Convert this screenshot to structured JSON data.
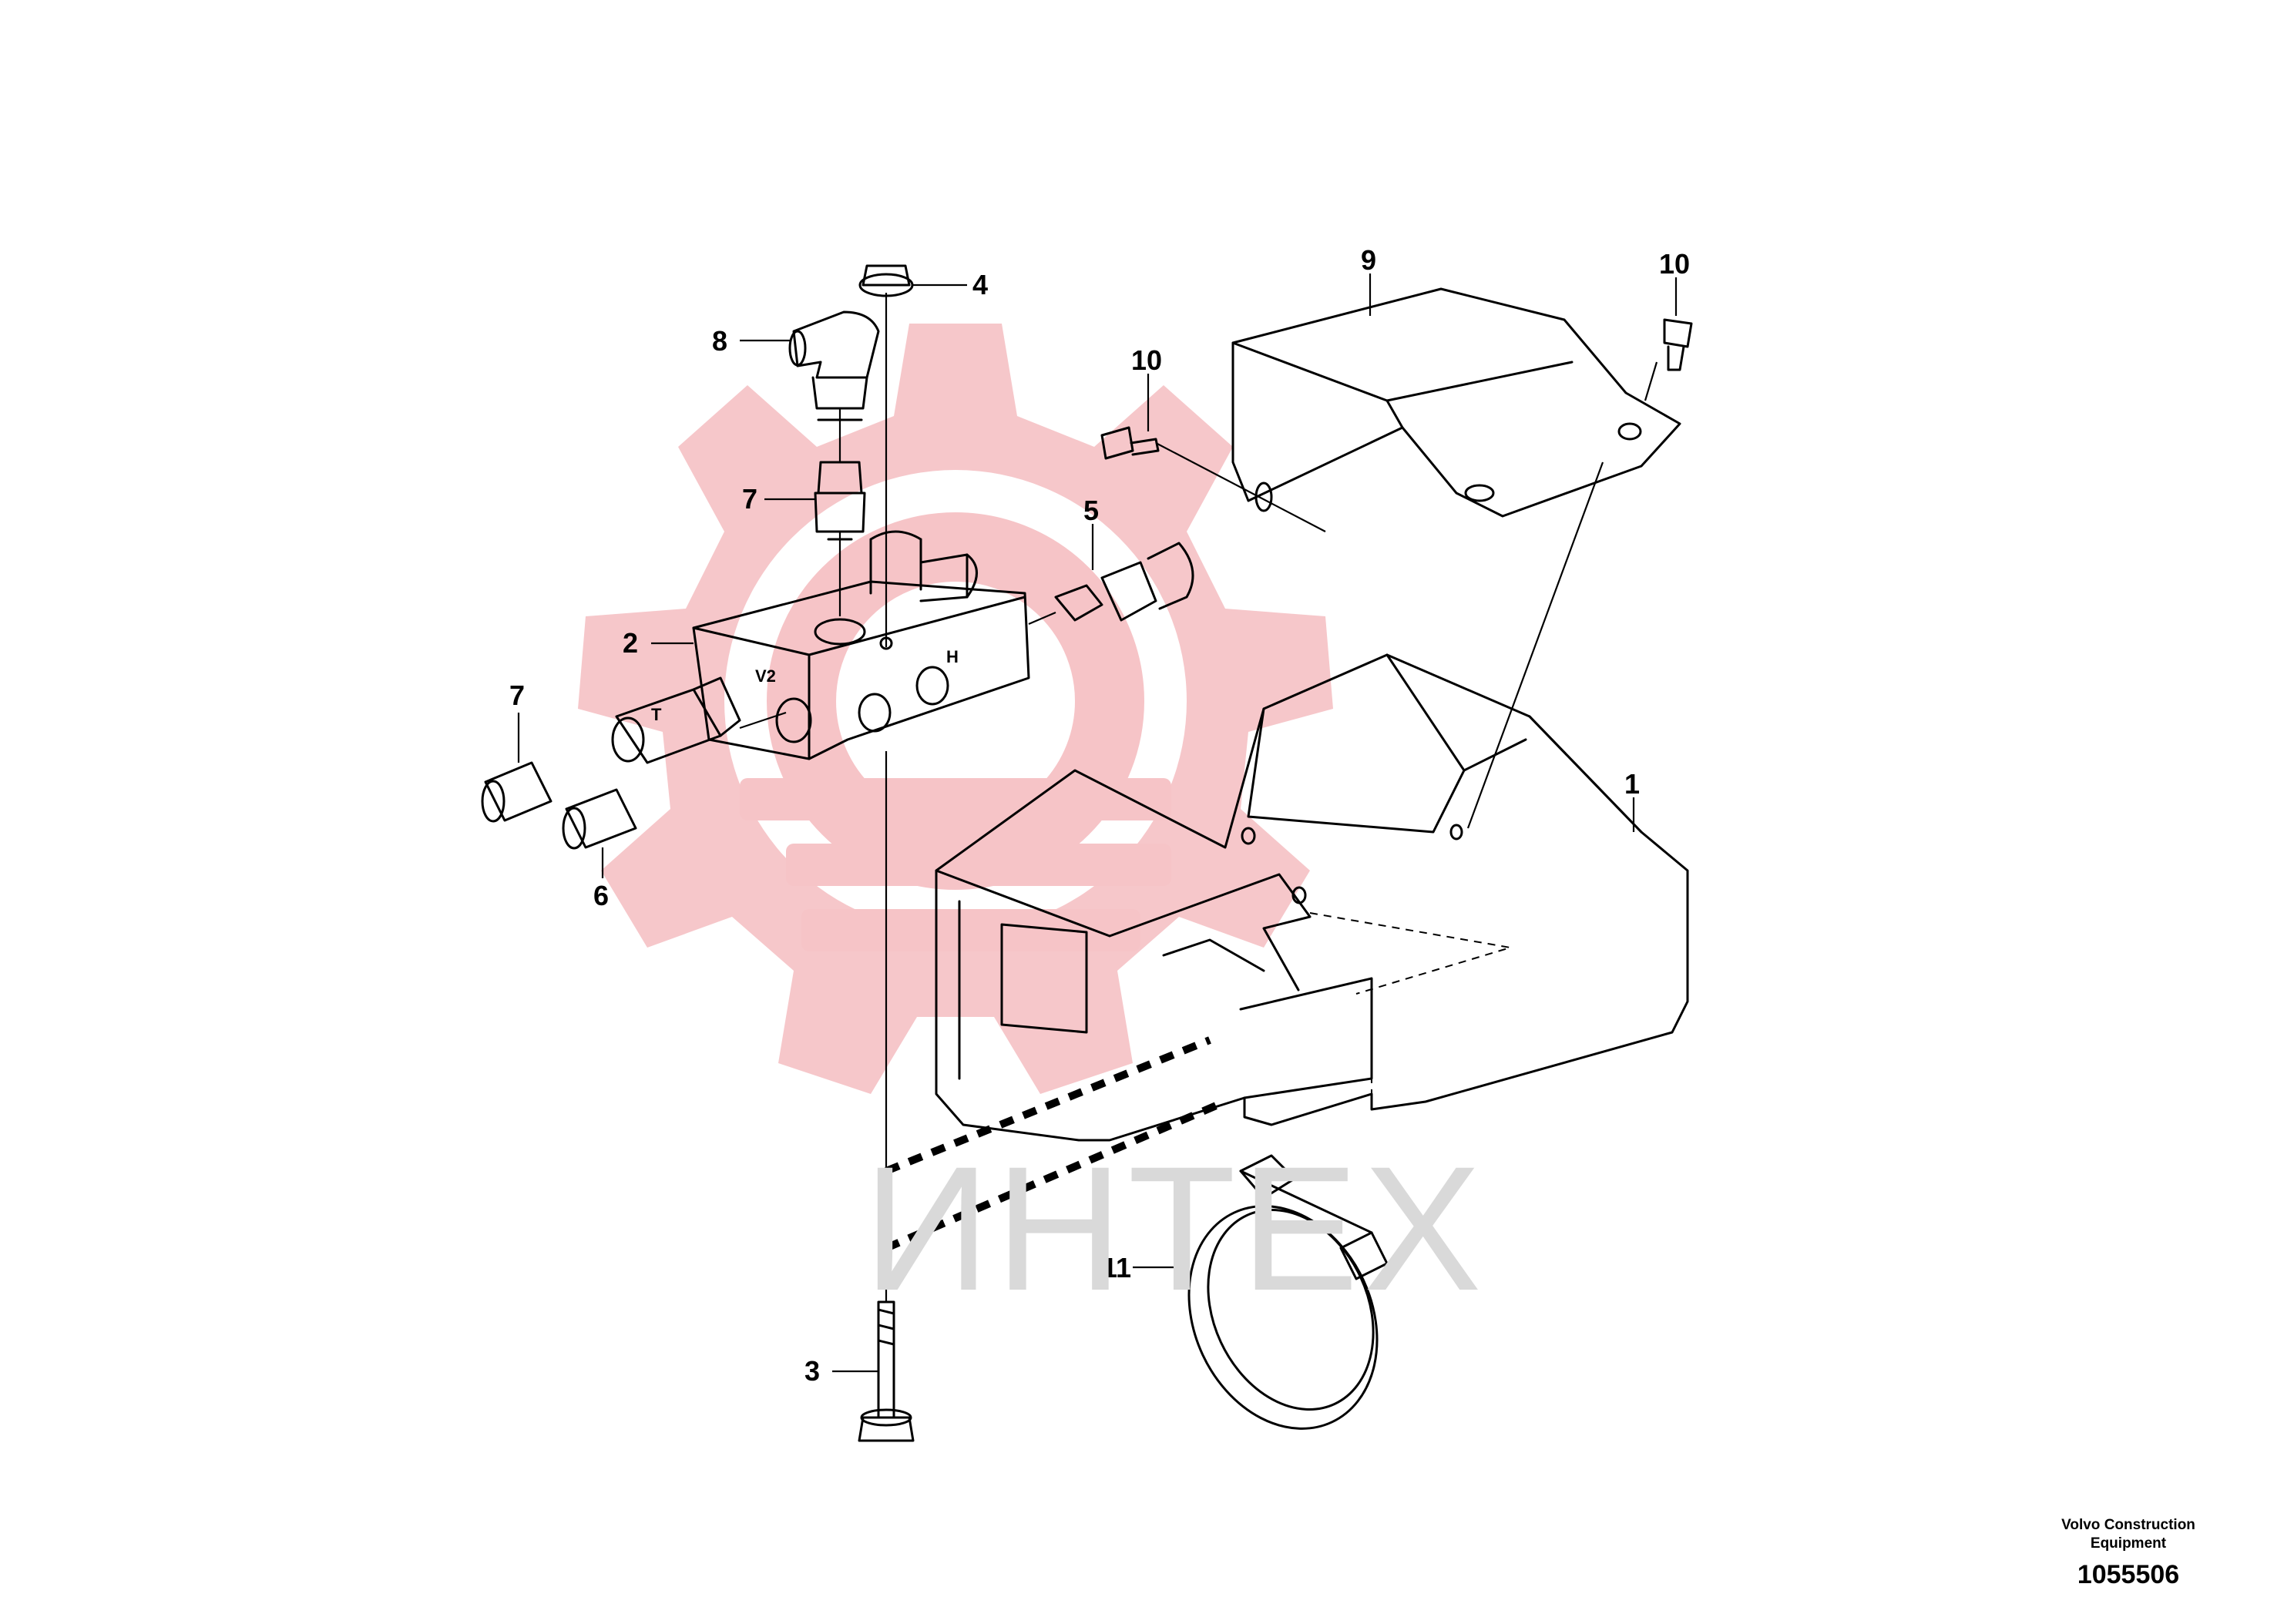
{
  "watermark": {
    "text": "ИНТЕХ",
    "gear_color": "#f6c4c7",
    "text_color": "#d9d9d9"
  },
  "callouts": [
    {
      "id": "1",
      "label": "1"
    },
    {
      "id": "2",
      "label": "2"
    },
    {
      "id": "3",
      "label": "3"
    },
    {
      "id": "4",
      "label": "4"
    },
    {
      "id": "5",
      "label": "5"
    },
    {
      "id": "6",
      "label": "6"
    },
    {
      "id": "7a",
      "label": "7"
    },
    {
      "id": "7b",
      "label": "7"
    },
    {
      "id": "8",
      "label": "8"
    },
    {
      "id": "9",
      "label": "9"
    },
    {
      "id": "10a",
      "label": "10"
    },
    {
      "id": "10b",
      "label": "10"
    },
    {
      "id": "11",
      "label": "11"
    }
  ],
  "valve_markings": {
    "port_v2": "V2",
    "port_h": "H",
    "port_t": "T"
  },
  "footer": {
    "brand_line1": "Volvo Construction",
    "brand_line2": "Equipment",
    "drawing_number": "1055506"
  }
}
